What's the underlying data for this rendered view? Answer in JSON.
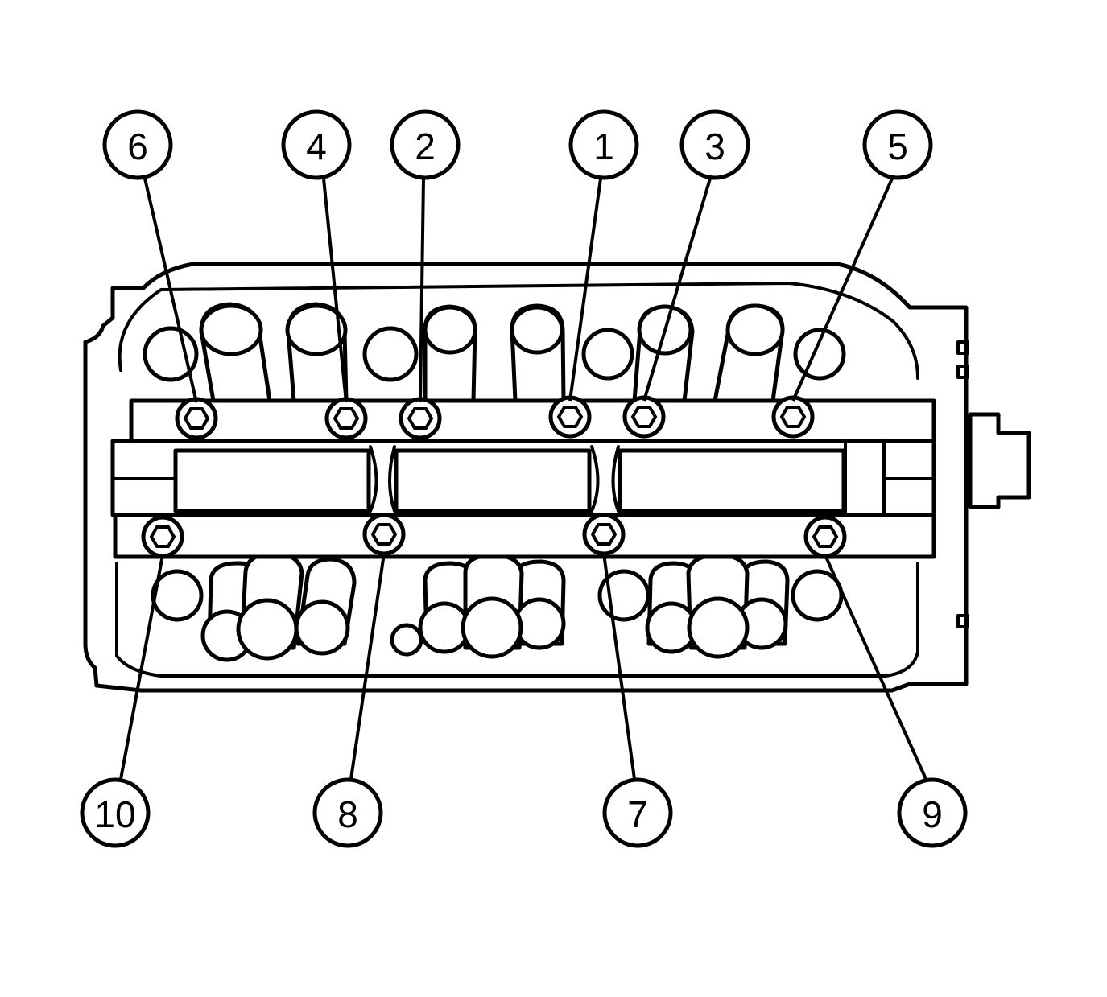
{
  "diagram": {
    "subject": "cylinder-head-bolt-tightening-sequence",
    "callouts": [
      {
        "id": "c6",
        "label": "6"
      },
      {
        "id": "c4",
        "label": "4"
      },
      {
        "id": "c2",
        "label": "2"
      },
      {
        "id": "c1",
        "label": "1"
      },
      {
        "id": "c3",
        "label": "3"
      },
      {
        "id": "c5",
        "label": "5"
      },
      {
        "id": "c10",
        "label": "10"
      },
      {
        "id": "c8",
        "label": "8"
      },
      {
        "id": "c7",
        "label": "7"
      },
      {
        "id": "c9",
        "label": "9"
      }
    ]
  }
}
